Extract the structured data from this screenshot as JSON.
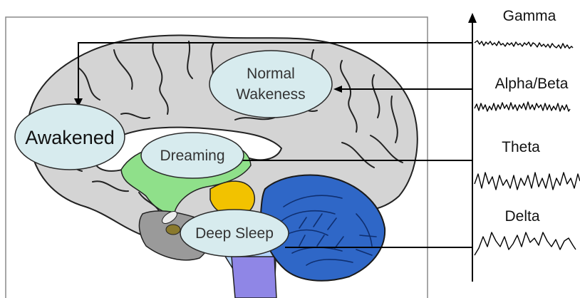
{
  "states": {
    "awakened": "Awakened",
    "normal": [
      "Normal",
      "Wakeness"
    ],
    "dreaming": "Dreaming",
    "deep_sleep": "Deep Sleep"
  },
  "waves": {
    "gamma": "Gamma",
    "alpha_beta": "Alpha/Beta",
    "theta": "Theta",
    "delta": "Delta"
  },
  "colors": {
    "bubble_fill": "#d7ebee",
    "bubble_stroke": "#2a2a2a",
    "cortex": "#d4d4d4",
    "cerebellum": "#2f67c7",
    "limbic": "#8fe08a",
    "thalamus": "#f2c200",
    "brainstem": "#b5d6ff",
    "pons_lower": "#8f86e6",
    "gray_mid": "#9a9a9a"
  }
}
